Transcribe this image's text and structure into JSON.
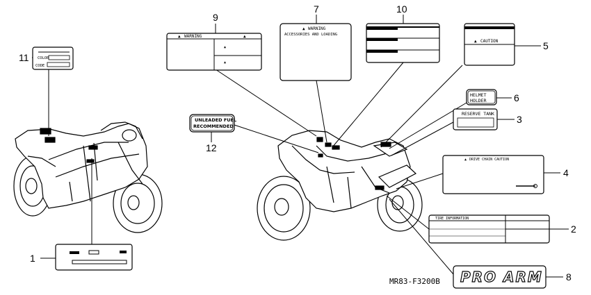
{
  "callouts": [
    "1",
    "2",
    "3",
    "4",
    "5",
    "6",
    "7",
    "8",
    "9",
    "10",
    "11",
    "12"
  ],
  "labels": {
    "warning_9": "WARNING",
    "warning_7": "WARNING",
    "accessories_7": "ACCESSORIES AND LOADING",
    "caution_5": "CAUTION",
    "helmet_6_line1": "HELMET",
    "helmet_6_line2": "HOLDER",
    "reserve_3": "RESERVE TANK",
    "drive_chain_4": "DRIVE CHAIN CAUTION",
    "tire_2": "TIRE INFORMATION",
    "proarm_8": "PRO ARM",
    "fuel_12_line1": "UNLEADED FUEL",
    "fuel_12_line2": "RECOMMENDED",
    "color_11": "COLOR",
    "code_11": "CODE"
  },
  "diagram_code": "MR83-F3200B"
}
